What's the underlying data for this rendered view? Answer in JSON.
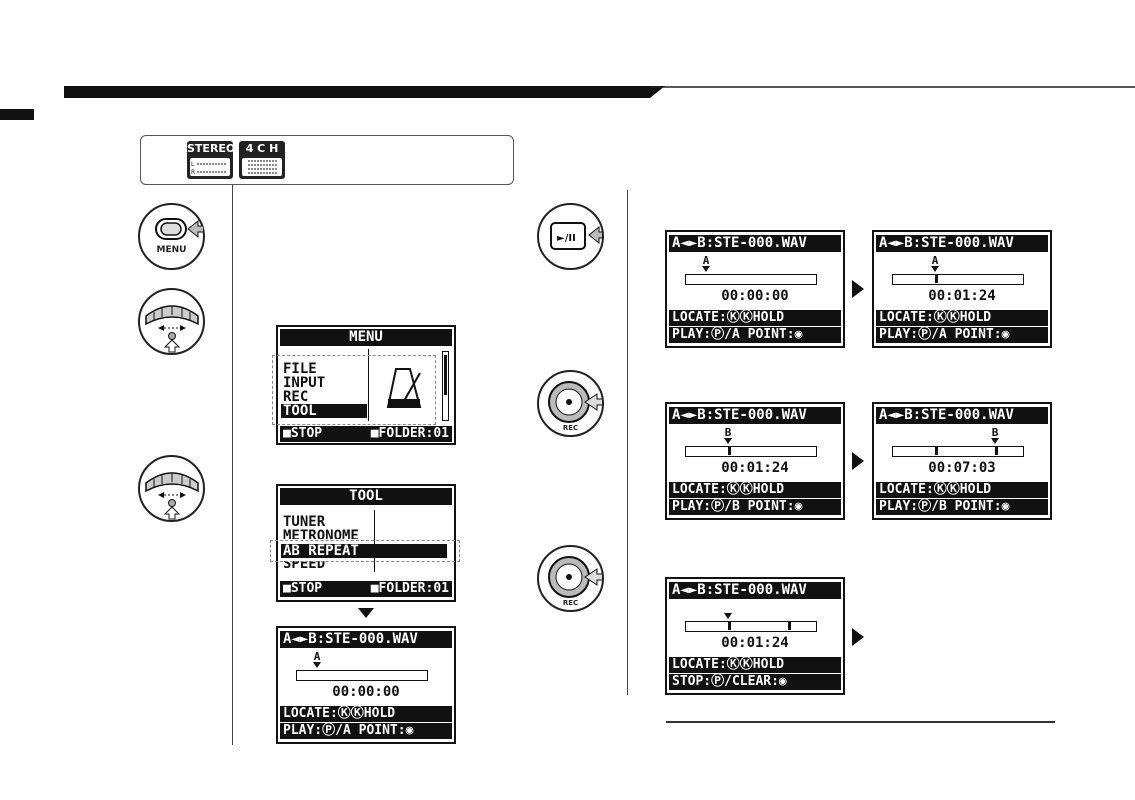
{
  "mode_badges": [
    {
      "label": "STEREO",
      "icon": "stereo-track-icon"
    },
    {
      "label": "4 C H",
      "icon": "four-channel-track-icon"
    }
  ],
  "buttons": {
    "menu": {
      "label": "MENU",
      "icon": "menu-button-icon"
    },
    "dial_1": {
      "icon": "dial-wheel-icon"
    },
    "dial_2": {
      "icon": "dial-wheel-icon"
    },
    "play": {
      "label": "►/II",
      "icon": "play-pause-button-icon"
    },
    "rec_1": {
      "label": "REC",
      "icon": "rec-button-icon"
    },
    "rec_2": {
      "label": "REC",
      "icon": "rec-button-icon"
    }
  },
  "menu_screen": {
    "title": "MENU",
    "items": [
      "FILE",
      "INPUT",
      "REC",
      "TOOL"
    ],
    "selected_index": 3,
    "footer_left": "■STOP",
    "footer_right": "■FOLDER:01"
  },
  "tool_screen": {
    "title": "TOOL",
    "items": [
      "TUNER",
      "METRONOME",
      "AB REPEAT",
      "SPEED"
    ],
    "selected_index": 2,
    "footer_left": "■STOP",
    "footer_right": "■FOLDER:01"
  },
  "ab_screens": [
    {
      "title": "A◄►B:STE-000.WAV",
      "marker": "A",
      "time": "00:00:00",
      "locate": "LOCATE:ⓀⓀHOLD",
      "action": "PLAY:Ⓟ/A POINT:◉"
    },
    {
      "title": "A◄►B:STE-000.WAV",
      "marker": "A",
      "time": "00:00:00",
      "locate": "LOCATE:ⓀⓀHOLD",
      "action": "PLAY:Ⓟ/A POINT:◉"
    },
    {
      "title": "A◄►B:STE-000.WAV",
      "marker": "A",
      "time": "00:01:24",
      "locate": "LOCATE:ⓀⓀHOLD",
      "action": "PLAY:Ⓟ/A POINT:◉"
    },
    {
      "title": "A◄►B:STE-000.WAV",
      "marker": "B",
      "time": "00:01:24",
      "locate": "LOCATE:ⓀⓀHOLD",
      "action": "PLAY:Ⓟ/B POINT:◉"
    },
    {
      "title": "A◄►B:STE-000.WAV",
      "marker": "B",
      "time": "00:07:03",
      "locate": "LOCATE:ⓀⓀHOLD",
      "action": "PLAY:Ⓟ/B POINT:◉"
    },
    {
      "title": "A◄►B:STE-000.WAV",
      "marker": "",
      "time": "00:01:24",
      "locate": "LOCATE:ⓀⓀHOLD",
      "action": "STOP:Ⓟ/CLEAR:◉"
    }
  ]
}
